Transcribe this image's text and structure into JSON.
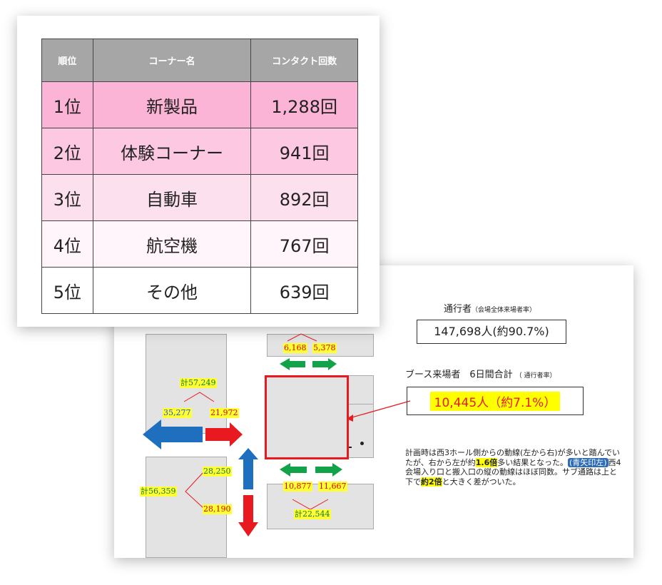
{
  "ranking": {
    "headers": [
      "順位",
      "コーナー名",
      "コンタクト回数"
    ],
    "rows": [
      {
        "rank": "1位",
        "name": "新製品",
        "count": "1,288回"
      },
      {
        "rank": "2位",
        "name": "体験コーナー",
        "count": "941回"
      },
      {
        "rank": "3位",
        "name": "自動車",
        "count": "892回"
      },
      {
        "rank": "4位",
        "name": "航空機",
        "count": "767回"
      },
      {
        "rank": "5位",
        "name": "その他",
        "count": "639回"
      }
    ],
    "row_colors": [
      "#fbb3d6",
      "#fcc8e2",
      "#fde0ee",
      "#fff5fa",
      "#ffffff"
    ]
  },
  "stats": {
    "passers_title": "通行者",
    "passers_note": "（会場全体来場者率）",
    "passers_value": "147,698人(約90.7%)",
    "booth_title": "ブース来場者　6日間合計",
    "booth_note": "（ 通行者率）",
    "booth_value": "10,445人（約7.1%）"
  },
  "map": {
    "left_total": "計57,249",
    "left_a": "35,277",
    "left_b": "21,972",
    "top_a": "6,168",
    "top_b": "5,378",
    "bottom_left_total": "計56,359",
    "bottom_left_a": "28,250",
    "bottom_left_b": "28,190",
    "bottom_a": "10,877",
    "bottom_b": "11,667",
    "bottom_total": "計22,544"
  },
  "note": {
    "p1": "計画時は西3ホール側からの動線(左から右)が多いと踏んでいたが、右から左が約",
    "b1": "1.6倍",
    "p2": "多い結果となった。",
    "hl": "(青矢印左)",
    "p3": "西4会場入り口と搬入口の縦の動線はほぼ同数。サブ通路は上と下で",
    "b2": "約2倍",
    "p4": "と大きく差がついた。"
  },
  "colors": {
    "blue_arrow": "#1f6fbf",
    "red_arrow": "#e8191f",
    "green_arrow": "#12a24a",
    "booth_border": "#e8191f",
    "highlight_yellow": "#ffff00"
  }
}
